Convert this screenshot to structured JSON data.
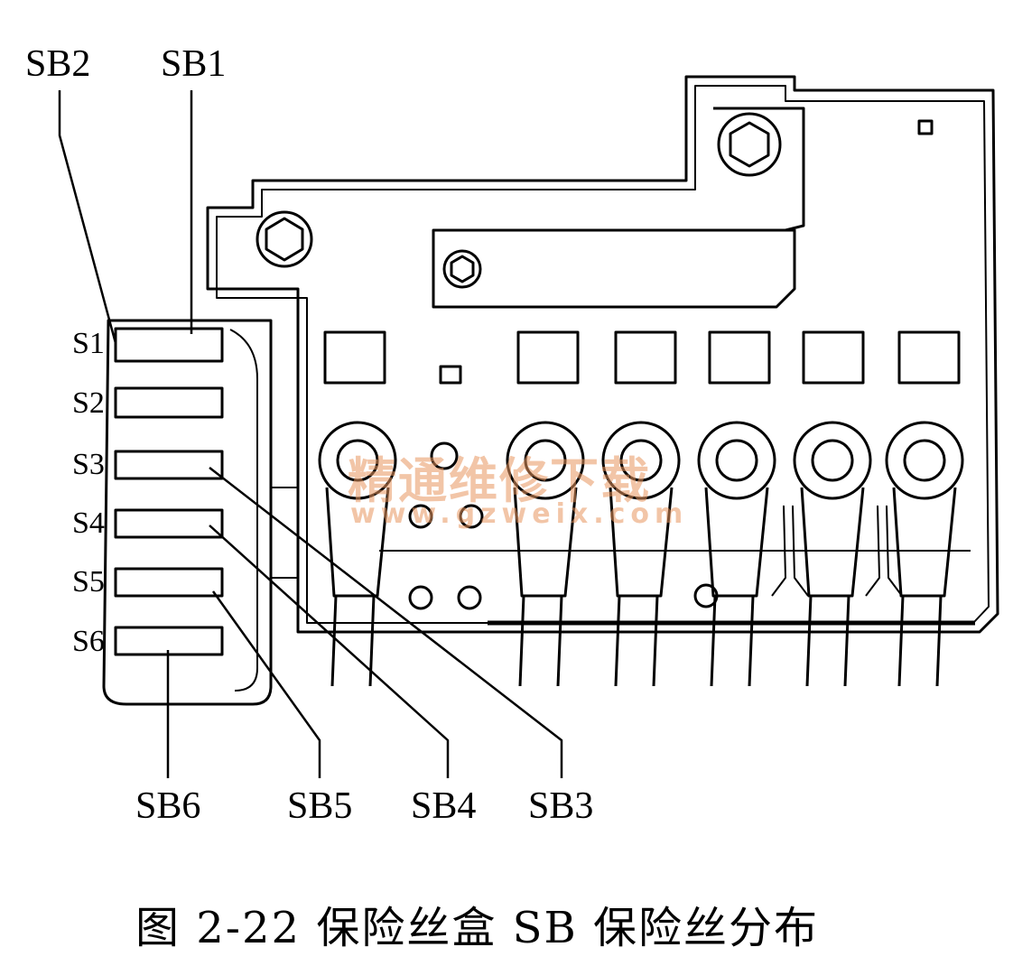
{
  "labels": {
    "sb1": "SB1",
    "sb2": "SB2",
    "sb3": "SB3",
    "sb4": "SB4",
    "sb5": "SB5",
    "sb6": "SB6"
  },
  "slots": [
    "S1",
    "S2",
    "S3",
    "S4",
    "S5",
    "S6"
  ],
  "watermark": {
    "text": "精通维修下载",
    "url": "www.gzweix.com"
  },
  "caption": "图 2-22  保险丝盒 SB 保险丝分布"
}
